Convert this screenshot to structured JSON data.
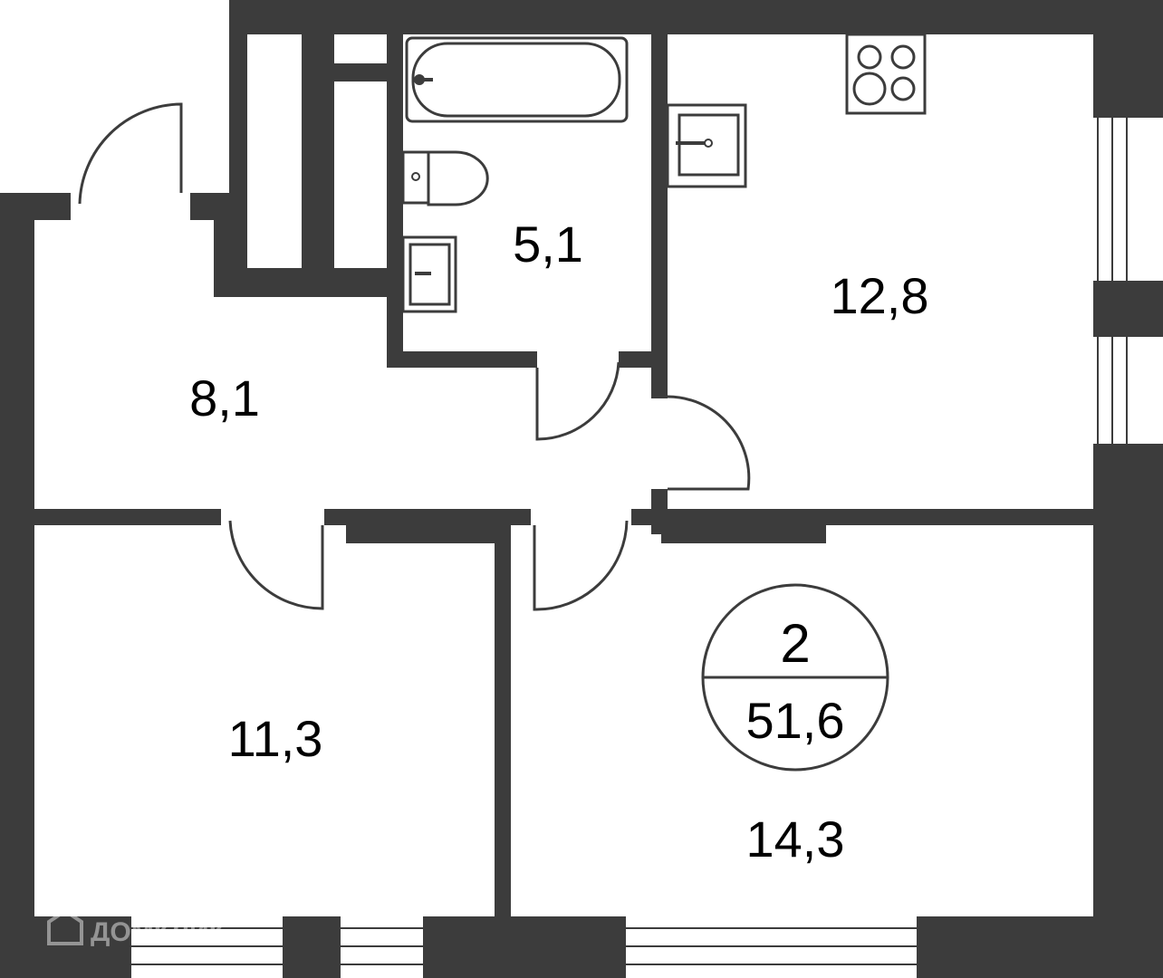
{
  "plan": {
    "rooms": [
      {
        "id": "bathroom",
        "area": "5,1"
      },
      {
        "id": "kitchen",
        "area": "12,8"
      },
      {
        "id": "hallway",
        "area": "8,1"
      },
      {
        "id": "bedroom-left",
        "area": "11,3"
      },
      {
        "id": "bedroom-right",
        "area": "14,3"
      }
    ],
    "badge": {
      "rooms": "2",
      "total_area": "51,6"
    },
    "watermark": "ДОМКЛИК",
    "colors": {
      "wall": "#3c3c3c",
      "background": "#ffffff",
      "text": "#000000"
    }
  }
}
